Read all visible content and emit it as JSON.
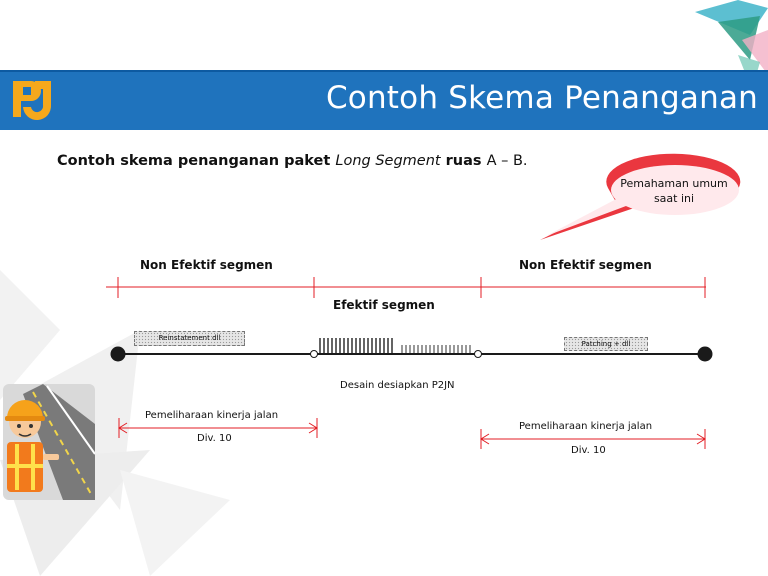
{
  "header": {
    "title": "Contoh Skema Penanganan",
    "logo": "pu-logo",
    "colors": {
      "band": "#1f73bd",
      "logo_gold": "#f5a81c",
      "accent_red": "#e31e24"
    }
  },
  "intro": {
    "prefix": "Contoh skema penanganan paket ",
    "italic": "Long Segment",
    "middle": " ruas ",
    "suffix": "A – B."
  },
  "callout": {
    "text": "Pemahaman umum saat ini",
    "color": "#e8212a"
  },
  "diagram": {
    "segment_left_label": "Non Efektif segmen",
    "segment_right_label": "Non Efektif segmen",
    "segment_middle_label": "Efektif segmen",
    "reinstatement_label": "Reinstatement dll",
    "patching_label": "Patching + dll",
    "design_note": "Desain desiapkan P2JN",
    "maintenance_left_label": "Pemeliharaan kinerja jalan",
    "maintenance_left_div": "Div. 10",
    "maintenance_right_label": "Pemeliharaan kinerja jalan",
    "maintenance_right_div": "Div. 10"
  },
  "illustration": {
    "icon": "construction-worker-icon"
  }
}
